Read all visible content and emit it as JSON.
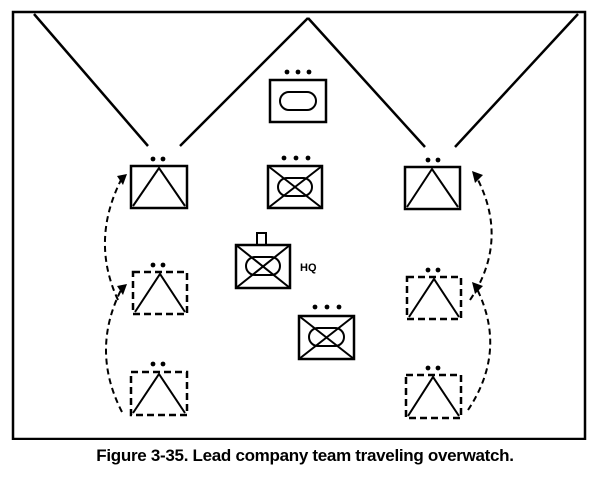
{
  "caption": "Figure 3-35.  Lead company team traveling overwatch.",
  "hq_label": "HQ",
  "colors": {
    "ink": "#000000",
    "background": "#ffffff"
  },
  "units": [
    {
      "id": "left-lead",
      "symbol": "armor",
      "line": "solid",
      "echelon": "section"
    },
    {
      "id": "left-middle",
      "symbol": "armor",
      "line": "dashed",
      "echelon": "section"
    },
    {
      "id": "left-rear",
      "symbol": "armor",
      "line": "dashed",
      "echelon": "section"
    },
    {
      "id": "right-lead",
      "symbol": "armor",
      "line": "solid",
      "echelon": "section"
    },
    {
      "id": "right-middle",
      "symbol": "armor",
      "line": "dashed",
      "echelon": "section"
    },
    {
      "id": "right-rear",
      "symbol": "armor",
      "line": "dashed",
      "echelon": "section"
    },
    {
      "id": "center-tank",
      "symbol": "tank",
      "line": "solid",
      "echelon": "platoon"
    },
    {
      "id": "center-mech",
      "symbol": "mechanized-infantry",
      "line": "solid",
      "echelon": "platoon"
    },
    {
      "id": "hq",
      "symbol": "mechanized-infantry",
      "line": "solid",
      "echelon": "headquarters"
    },
    {
      "id": "rear-mech",
      "symbol": "mechanized-infantry",
      "line": "solid",
      "echelon": "platoon"
    }
  ]
}
